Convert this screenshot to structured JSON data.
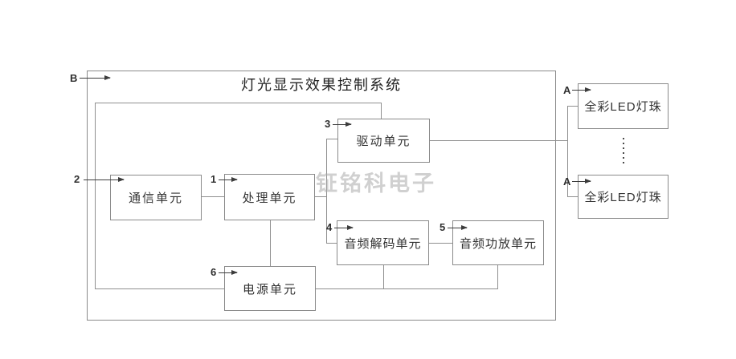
{
  "diagram": {
    "title": "灯光显示效果控制系统",
    "watermark": "钲铭科电子",
    "system_ref": "B",
    "units": {
      "comm": {
        "ref": "2",
        "label": "通信单元"
      },
      "proc": {
        "ref": "1",
        "label": "处理单元"
      },
      "drive": {
        "ref": "3",
        "label": "驱动单元"
      },
      "decode": {
        "ref": "4",
        "label": "音频解码单元"
      },
      "amp": {
        "ref": "5",
        "label": "音频功放单元"
      },
      "power": {
        "ref": "6",
        "label": "电源单元"
      }
    },
    "leds": {
      "ref": "A",
      "label": "全彩LED灯珠"
    }
  }
}
